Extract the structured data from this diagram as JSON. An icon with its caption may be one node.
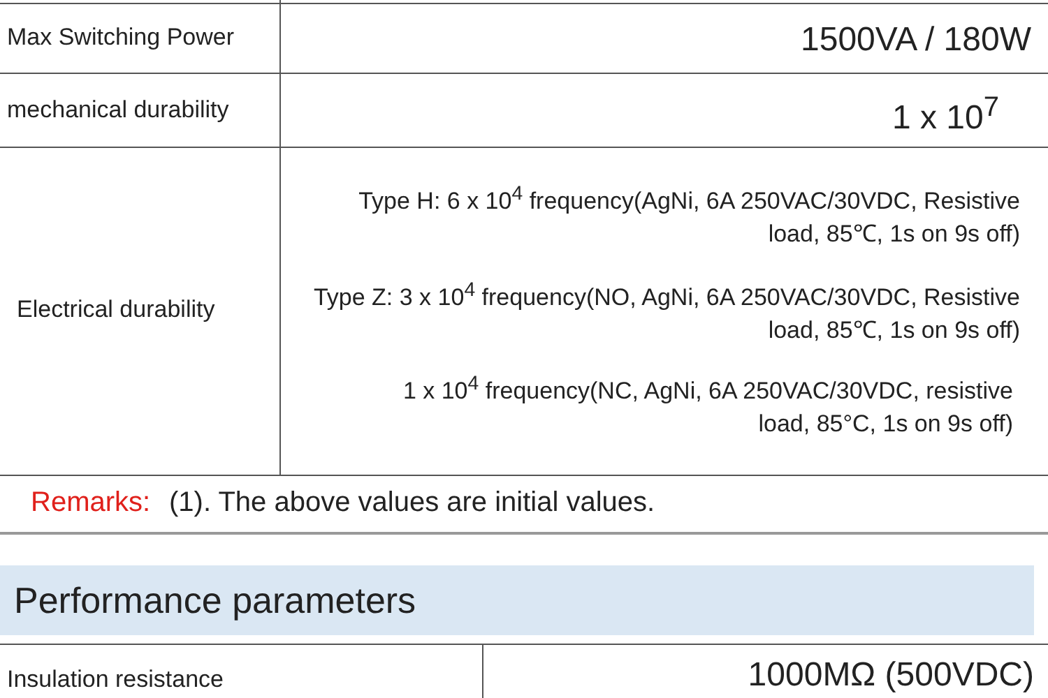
{
  "diagram": {
    "labels": [
      "Max Switching Power",
      "1500VA / 180W",
      "mechanical durability",
      "1 x 10$^{7}$",
      "Electrical durability",
      "Type H: 6 x 10$^{4}$ frequency(AgNi, 6A 250VAC/30VDC, Resistive load, 85℃, 1s on 9s off)",
      "Type Z: 3 x 10$^{4}$ frequency(NO, AgNi, 6A 250VAC/30VDC, Resistive load, 85℃, 1s on 9s off)",
      "1 x 10$^{4}$ frequency(NC, AgNi, 6A 250VAC/30VDC, resistive load, 85°C, 1s on 9s off)",
      "Remarks:",
      "(1). The above values are initial values.",
      "Performance parameters",
      "Insulation resistance",
      "1000MΩ (500VDC)"
    ]
  }
}
